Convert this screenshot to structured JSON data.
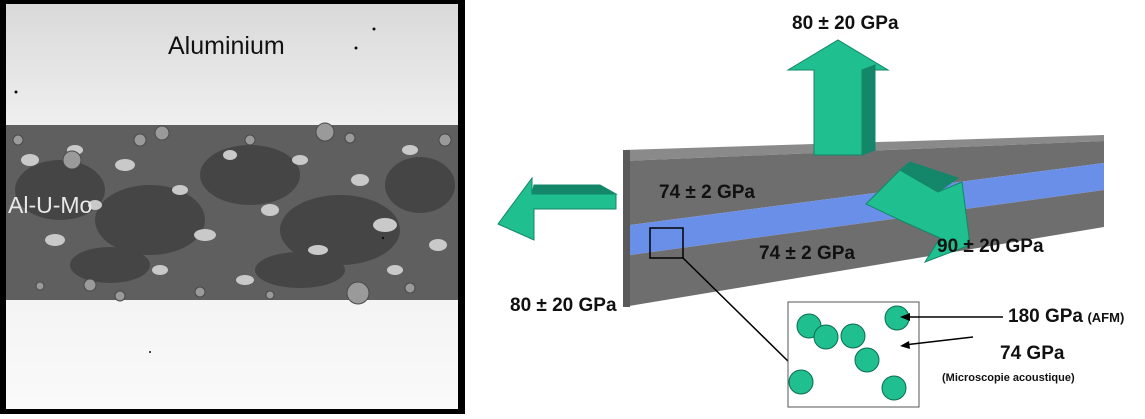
{
  "micrograph": {
    "label_matrix": "Aluminium",
    "label_fuel": "Al-U-Mo"
  },
  "schematic": {
    "top_arrow_value": "80 ± 20 GPa",
    "left_arrow_value": "80 ± 20 GPa",
    "right_arrow_value": "90 ± 20 GPa",
    "upper_layer_value": "74 ± 2 GPa",
    "lower_layer_value": "74 ± 2 GPa",
    "inset": {
      "particle_value": "180 GPa",
      "particle_method": "(AFM)",
      "matrix_value": "74 GPa",
      "matrix_method": "(Microscopie acoustique)"
    }
  },
  "colors": {
    "arrow": "#1fbf8f",
    "arrow_dark": "#14866a",
    "plate_grey": "#6e6e6e",
    "plate_top": "#8a8a8a",
    "fuel_layer": "#6a8fe8"
  }
}
